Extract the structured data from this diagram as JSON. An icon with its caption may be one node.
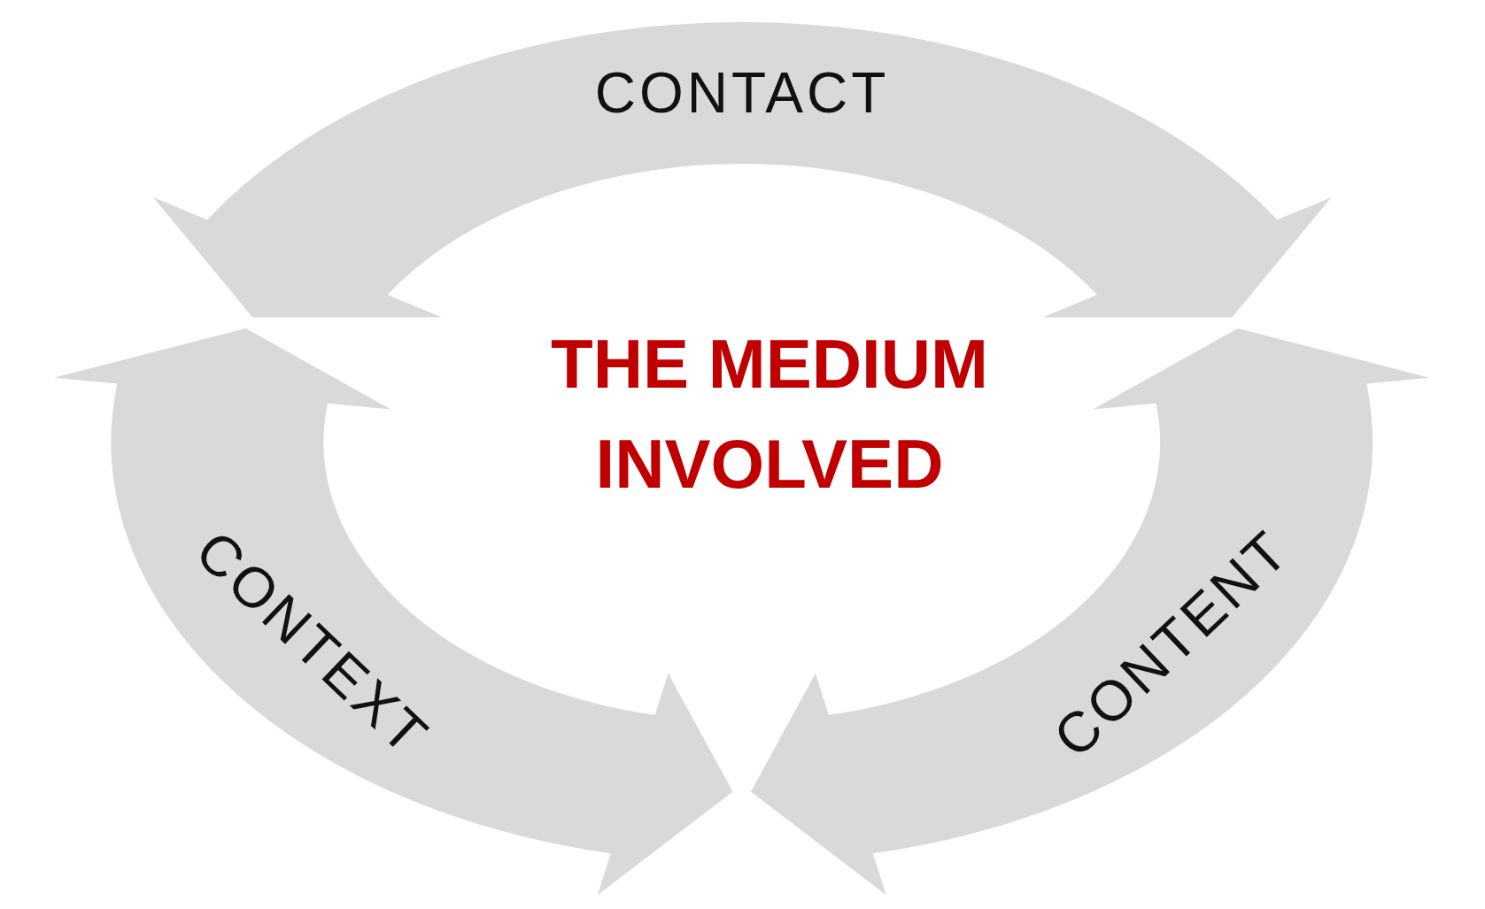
{
  "diagram": {
    "nodes": [
      {
        "text": [
          "CONTACT"
        ]
      },
      {
        "text": [
          "CONTEXT"
        ]
      },
      {
        "text": [
          "CONTENT"
        ]
      }
    ],
    "labels": [
      "THE MEDIUM INVOLVED"
    ]
  }
}
